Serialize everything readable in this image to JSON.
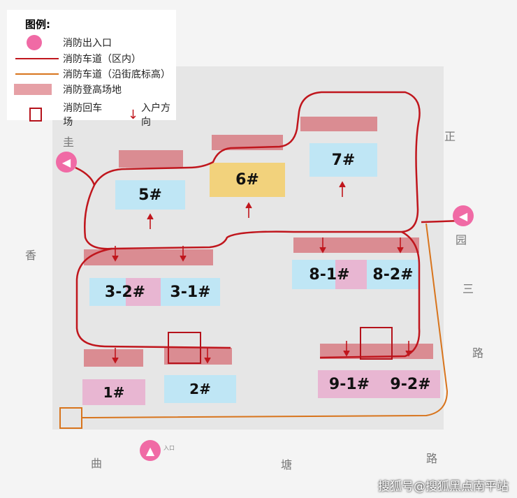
{
  "legend": {
    "title": "图例:",
    "items": [
      {
        "icon": "fire-gate-icon",
        "label": "消防出入口"
      },
      {
        "icon": "red-line",
        "label": "消防车道（区内）"
      },
      {
        "icon": "orange-line",
        "label": "消防车道（沿街底标高）"
      },
      {
        "icon": "pink-rect",
        "label": "消防登高场地"
      },
      {
        "icon": "red-square",
        "label": "消防回车场"
      },
      {
        "icon": "down-arrow-icon",
        "label": "入户方向"
      }
    ]
  },
  "buildings": [
    "5#",
    "6#",
    "7#",
    "3-2#",
    "3-1#",
    "8-1#",
    "8-2#",
    "1#",
    "2#",
    "9-1#",
    "9-2#"
  ],
  "streets": {
    "left": [
      "圭",
      "香"
    ],
    "right": [
      "正",
      "园",
      "三",
      "路"
    ],
    "bottom": [
      "曲",
      "塘",
      "路"
    ]
  },
  "gate_label": "入口",
  "watermark": "搜狐号@搜狐黑点南平站",
  "colors": {
    "road": "#c0161d",
    "street_road": "#d8741c",
    "platform": "#d66e76",
    "blue": "#bfe6f5",
    "pink": "#e8b6d2",
    "yellow": "#f2d27c",
    "gate": "#f06aa5"
  }
}
